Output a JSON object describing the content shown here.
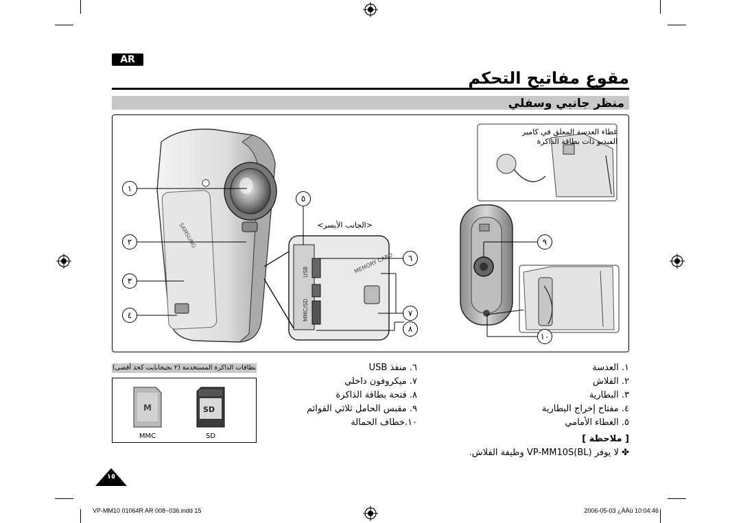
{
  "header": {
    "lang_badge": "AR",
    "title": "مقوع مفاتيح التحكم",
    "section": "منظر جانبي وسفلي"
  },
  "figure": {
    "inset_label_line1": "غطاء العدسة المعلق في كامير",
    "inset_label_line2": "الفيديو ذات بطاقة الذاكرة",
    "side_label": "<الجانب الأيسر>",
    "callouts": [
      "١",
      "٢",
      "٣",
      "٤",
      "٥",
      "٦",
      "٧",
      "٨",
      "٩",
      "١٠"
    ]
  },
  "legend": {
    "col_right": [
      "١.  العدسة",
      "٢.  الفلاش",
      "٣.  البطارية",
      "٤.  مفتاح إخراج البطارية",
      "٥.  الغطاء الأمامي"
    ],
    "col_mid": [
      "٦.  منفذ USB",
      "٧.  ميكروفون داخلي",
      "٨.  فتحة بطاقة الذاكرة",
      "٩.  مقبس الحامل ثلاثي القوائم",
      "١٠.خطاف الحمالة"
    ]
  },
  "cards": {
    "header": "بطاقات الذاكرة المستخدمة (٢ بجيجابايت كحد أقصى)",
    "mmc_label": "MMC",
    "sd_label": "SD"
  },
  "note": {
    "head": "[ ملاحظة ]",
    "text": "✤  لا يوفر VP-MM10S(BL) وظيفة الفلاش."
  },
  "footer": {
    "page_number": "١٥",
    "slug_left": "VP-MM10 01064R AR 008~036.indd   15",
    "slug_right": "2006-05-03   ¿ÀÀü 10:04:46"
  }
}
